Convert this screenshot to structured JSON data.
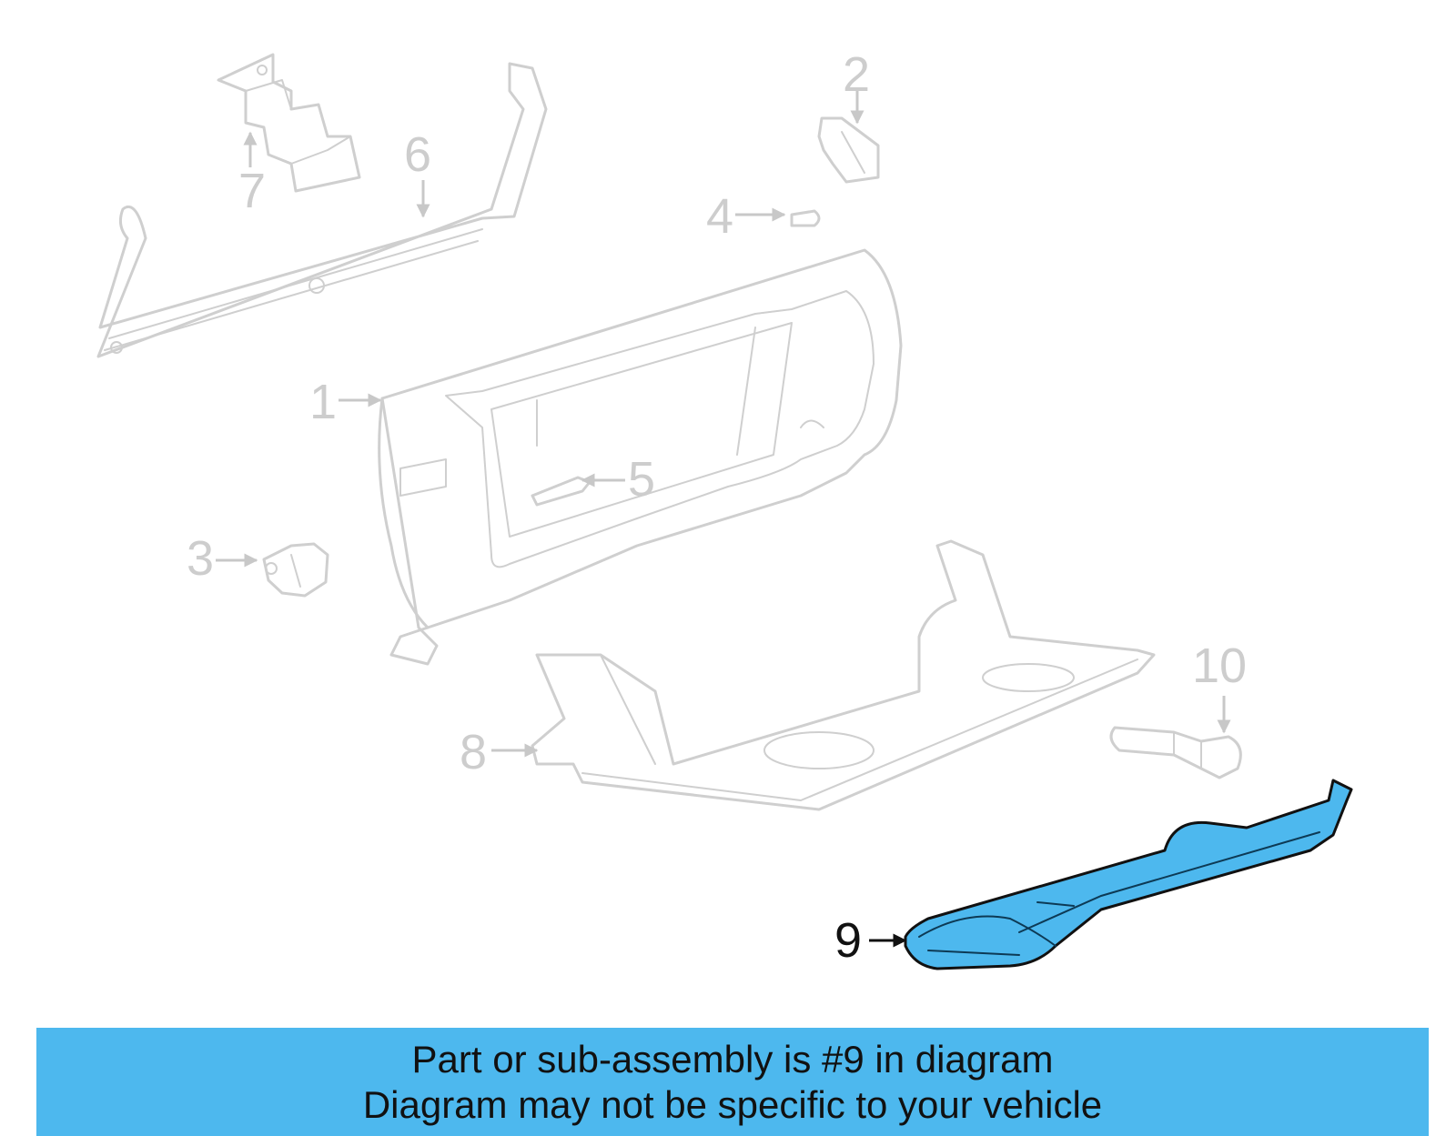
{
  "callouts": {
    "c1": "1",
    "c2": "2",
    "c3": "3",
    "c4": "4",
    "c5": "5",
    "c6": "6",
    "c7": "7",
    "c8": "8",
    "c9": "9",
    "c10": "10"
  },
  "highlighted_part": "9",
  "colors": {
    "highlight": "#4db8ee",
    "ghost_lines": "#cfcfcf",
    "banner": "#4db8ee"
  },
  "banner": {
    "line1": "Part or sub-assembly is #9 in diagram",
    "line2": "Diagram may not be specific to your vehicle"
  }
}
